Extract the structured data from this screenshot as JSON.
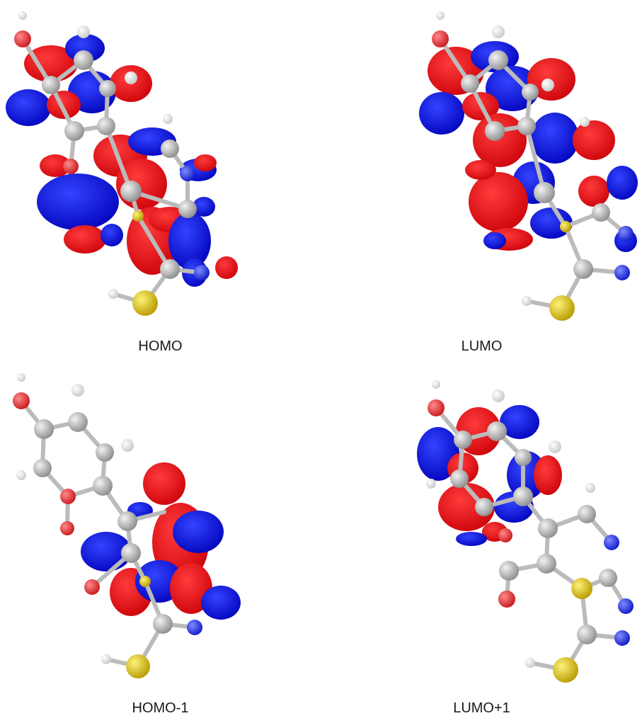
{
  "figure": {
    "panels": [
      {
        "caption": "HOMO"
      },
      {
        "caption": "LUMO"
      },
      {
        "caption": "HOMO-1"
      },
      {
        "caption": "LUMO+1"
      }
    ]
  },
  "colors": {
    "lobe_positive": "#e3000b",
    "lobe_negative": "#0000e0",
    "carbon": "#a9a9a9",
    "hydrogen": "#f0f0f0",
    "oxygen": "#e23b3b",
    "nitrogen": "#2233dd",
    "sulfur": "#d8c000",
    "bond": "#bbbbbb"
  }
}
